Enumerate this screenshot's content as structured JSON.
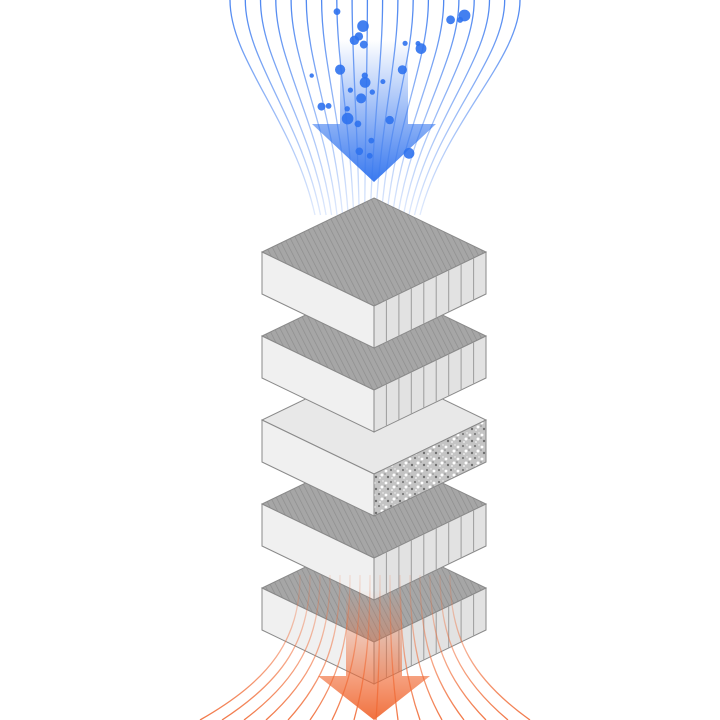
{
  "diagram": {
    "layers": [
      {
        "kind": "pleated"
      },
      {
        "kind": "pleated"
      },
      {
        "kind": "foam"
      },
      {
        "kind": "pleated"
      },
      {
        "kind": "pleated"
      }
    ],
    "inflow": {
      "color": "#2f72ee",
      "lines": 20,
      "particles": 30
    },
    "outflow": {
      "color": "#f06a35",
      "lines": 16
    },
    "colors": {
      "top": "#a8a8a8",
      "left": "#f0f0f0",
      "right": "#e2e2e2",
      "edge": "#8a8a8a",
      "foam": "#bdbdbd"
    }
  }
}
